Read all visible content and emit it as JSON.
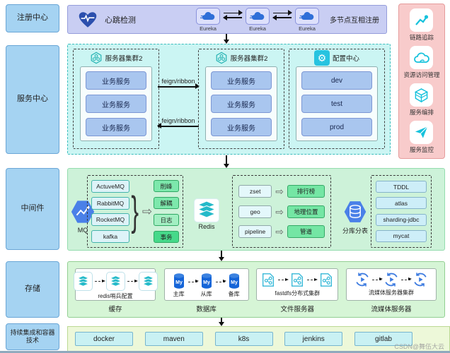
{
  "sidebar_left": {
    "items": [
      "注册中心",
      "服务中心",
      "中间件",
      "存储",
      "持续集成和容器技术"
    ]
  },
  "registry": {
    "heartbeat": "心跳检测",
    "nodes": [
      "Eureka",
      "Eureka",
      "Eureka"
    ],
    "note": "多节点互相注册"
  },
  "sidebar_right": {
    "items": [
      {
        "icon": "trend-chart-icon",
        "label": "链路追踪"
      },
      {
        "icon": "cloud-icon",
        "label": "资源访问管理"
      },
      {
        "icon": "cube-icon",
        "label": "服务编排"
      },
      {
        "icon": "paper-plane-icon",
        "label": "服务监控"
      }
    ]
  },
  "service_center": {
    "cluster_a": {
      "title": "服务器集群2",
      "services": [
        "业务服务",
        "业务服务",
        "业务服务"
      ]
    },
    "cluster_b": {
      "title": "服务器集群2",
      "services": [
        "业务服务",
        "业务服务",
        "业务服务"
      ]
    },
    "link_top": "feign/ribbon",
    "link_bottom": "feign/ribbon",
    "config": {
      "title": "配置中心",
      "envs": [
        "dev",
        "test",
        "prod"
      ]
    }
  },
  "middleware": {
    "mq": {
      "label": "MQ",
      "products": [
        "ActuveMQ",
        "RabbitMQ",
        "RocketMQ",
        "kafka"
      ],
      "benefits": [
        "削峰",
        "解耦",
        "日志",
        "事务"
      ]
    },
    "redis": {
      "label": "Redis",
      "rows": [
        {
          "key": "zset",
          "value": "排行榜"
        },
        {
          "key": "geo",
          "value": "地理位置"
        },
        {
          "key": "pipeline",
          "value": "管道"
        }
      ]
    },
    "sharding": {
      "label": "分库分表",
      "products": [
        "TDDL",
        "atlas",
        "sharding-jdbc",
        "mycat"
      ]
    }
  },
  "storage": {
    "cache": {
      "label": "redis哨兵配置",
      "caption": "缓存"
    },
    "database": {
      "nodes": [
        "主库",
        "从库",
        "备库"
      ],
      "caption": "数据库"
    },
    "files": {
      "label": "fastdfs分布式集群",
      "caption": "文件服务器"
    },
    "media": {
      "label": "流媒体服务器集群",
      "caption": "流媒体服务器"
    }
  },
  "devops": {
    "items": [
      "docker",
      "maven",
      "k8s",
      "jenkins",
      "gitlab"
    ]
  },
  "glyphs": {
    "block_arrow": "⇨",
    "gear": "⚙",
    "brace": "}"
  },
  "colors": {
    "accent_teal": "#16c2dc",
    "accent_blue": "#2f6fd8",
    "section_cyan": "#cbf5f3",
    "section_green": "#cdf2d9",
    "section_pink": "#f8cbcb",
    "section_lavender": "#c9cef3",
    "benefit_green": "#7de8ac",
    "transaction_green": "#46d98a"
  },
  "watermark": "CSDN@舞伍大云"
}
